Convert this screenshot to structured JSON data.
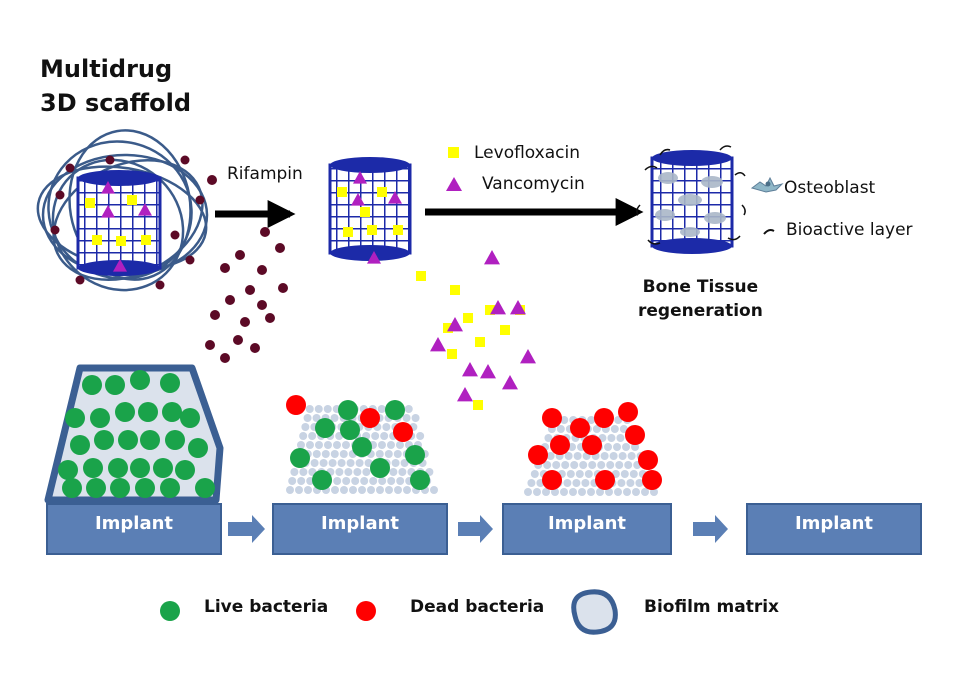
{
  "title": {
    "line1": "Multidrug",
    "line2": "3D scaffold"
  },
  "drugs": {
    "rifampin": "Rifampin",
    "levofloxacin": "Levofloxacin",
    "vancomycin": "Vancomycin"
  },
  "outcome": {
    "osteoblast": "Osteoblast",
    "bioactive_layer": "Bioactive layer",
    "line1": "Bone Tissue",
    "line2": "regeneration"
  },
  "implants": [
    "Implant",
    "Implant",
    "Implant",
    "Implant"
  ],
  "legend": {
    "live": "Live bacteria",
    "dead": "Dead bacteria",
    "biofilm": "Biofilm matrix"
  },
  "colors": {
    "live": "#1aa34a",
    "dead": "#ff0000",
    "rifampin": "#5c0a26",
    "levofloxacin": "#ffff00",
    "vancomycin": "#b020c0",
    "scaffold": "#1c2aa8",
    "implant": "#5b7fb5",
    "biofilm_border": "#3b5f93",
    "biofilm_fill": "#dbe2ec",
    "matrix_dot": "#c8d3e3"
  }
}
